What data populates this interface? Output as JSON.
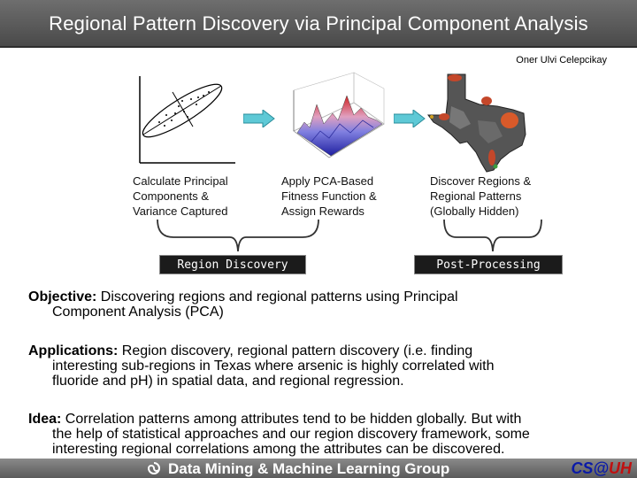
{
  "header": {
    "title": "Regional Pattern Discovery via Principal Component Analysis"
  },
  "author": "Oner Ulvi Celepcikay",
  "steps": [
    {
      "caption_lines": [
        "Calculate Principal",
        "Components &",
        "Variance Captured"
      ]
    },
    {
      "caption_lines": [
        "Apply PCA-Based",
        "Fitness Function &",
        "Assign Rewards"
      ]
    },
    {
      "caption_lines": [
        "Discover Regions &",
        "Regional Patterns",
        "(Globally Hidden)"
      ]
    }
  ],
  "groups": {
    "region_discovery": "Region Discovery",
    "post_processing": "Post-Processing"
  },
  "paragraphs": {
    "objective": {
      "key": "Objective:",
      "line1": " Discovering regions and regional patterns using Principal",
      "line2": "Component Analysis (PCA)"
    },
    "applications": {
      "key": "Applications:",
      "line1": " Region discovery, regional pattern discovery (i.e. finding",
      "line2": "interesting sub-regions in Texas where arsenic is highly correlated with",
      "line3": "fluoride and pH) in spatial data, and regional regression."
    },
    "idea": {
      "key": "Idea:",
      "line1": " Correlation patterns among attributes tend to be hidden globally. But with",
      "line2": "the help of statistical approaches and our region discovery framework, some",
      "line3": "interesting regional correlations among the attributes can be discovered."
    }
  },
  "footer": {
    "group": "Data Mining & Machine Learning Group",
    "logo_a": "CS@",
    "logo_b": "UH"
  },
  "colors": {
    "arrow_fill": "#5ec9d6",
    "footer_bg": "#6e6e6e"
  }
}
